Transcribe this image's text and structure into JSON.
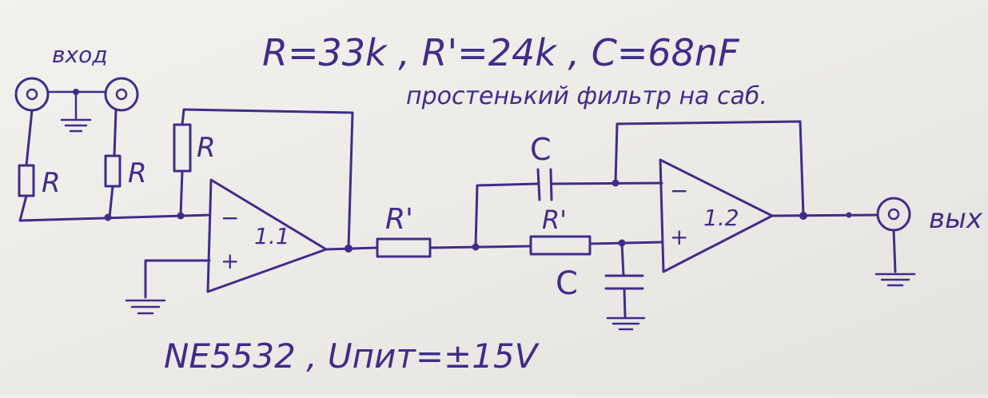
{
  "notes": {
    "params": "R=33k , R'=24k , C=68nF",
    "description": "простенький фильтр на саб.",
    "supply": "NE5532 , Uпит=±15V"
  },
  "labels": {
    "input": "вход",
    "output": "вых",
    "r1": "R",
    "r2": "R",
    "r3": "R",
    "rp1": "R'",
    "rp2": "R'",
    "c1": "C",
    "c2": "C",
    "opamp1": "1.1",
    "opamp2": "1.2",
    "minus": "−",
    "plus": "+"
  },
  "colors": {
    "ink": "#3f2d8a",
    "paper": "#eceae6"
  }
}
